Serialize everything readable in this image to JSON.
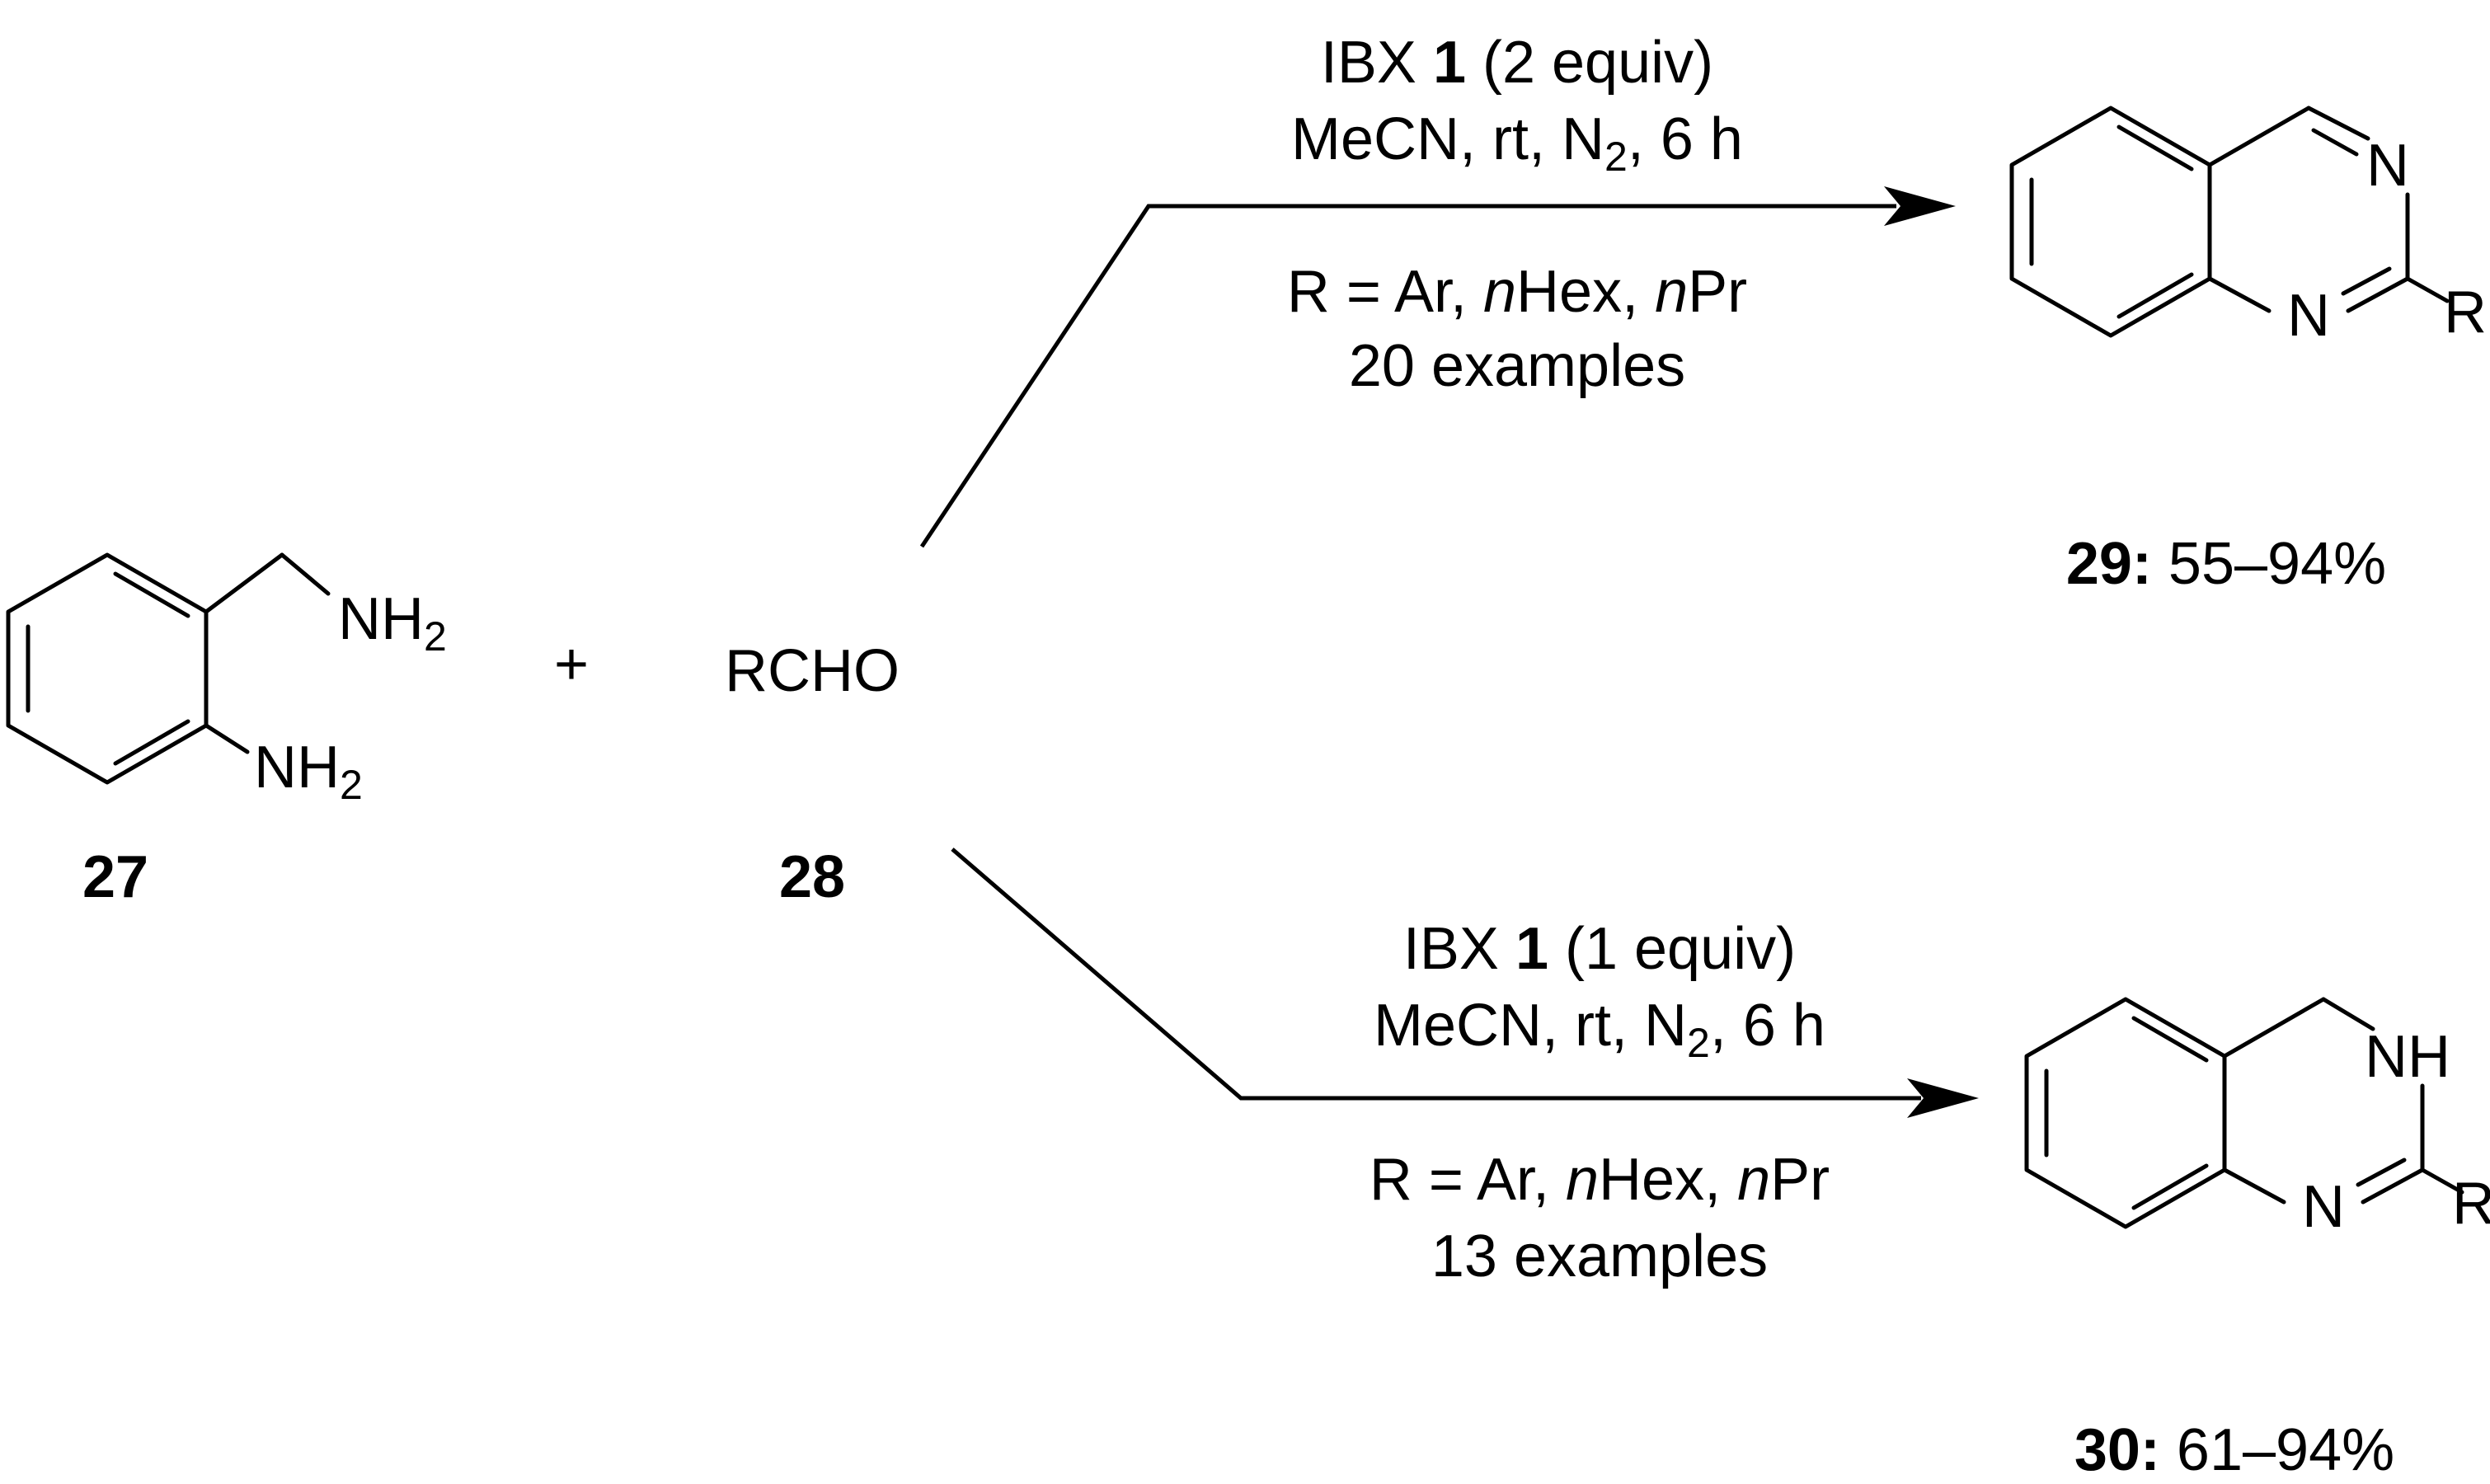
{
  "reactants": {
    "amine": {
      "number": "27",
      "group_top": "NH",
      "group_top_sub": "2",
      "group_bottom": "NH",
      "group_bottom_sub": "2"
    },
    "plus": "+",
    "aldehyde": {
      "formula": "RCHO",
      "number": "28"
    }
  },
  "top_reaction": {
    "reagent_prefix": "IBX ",
    "reagent_bold": "1",
    "reagent_suffix": " (2 equiv)",
    "cond_prefix": "MeCN, rt, N",
    "cond_sub": "2",
    "cond_suffix": ", 6 h",
    "scope_a": "R = Ar, ",
    "scope_b": "n",
    "scope_c": "Hex, ",
    "scope_d": "n",
    "scope_e": "Pr",
    "examples": "20 examples",
    "product": {
      "atom_n_top": "N",
      "atom_n_bottom": "N",
      "atom_r": "R",
      "number": "29:",
      "yield": " 55–94%"
    }
  },
  "bottom_reaction": {
    "reagent_prefix": "IBX  ",
    "reagent_bold": "1",
    "reagent_suffix": " (1 equiv)",
    "cond_prefix": "MeCN, rt, N",
    "cond_sub": "2",
    "cond_suffix": ", 6 h",
    "scope_a": "R = Ar, ",
    "scope_b": "n",
    "scope_c": "Hex, ",
    "scope_d": "n",
    "scope_e": "Pr",
    "examples": "13 examples",
    "product": {
      "atom_nh": "NH",
      "atom_n_bottom": "N",
      "atom_r": "R",
      "number": "30:",
      "yield": " 61–94%"
    }
  }
}
